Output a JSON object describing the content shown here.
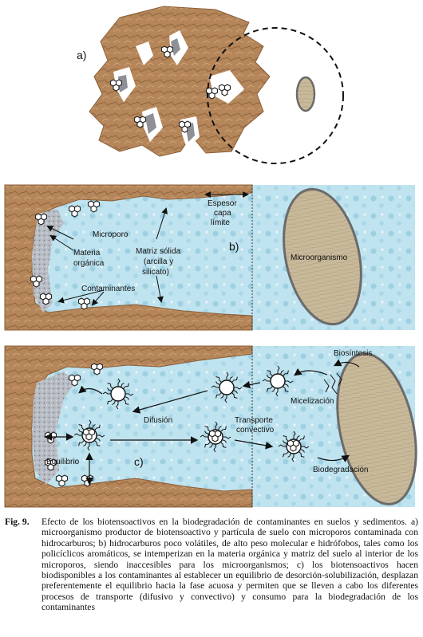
{
  "panels": {
    "a": {
      "label": "a)"
    },
    "b": {
      "label": "b)",
      "labels": {
        "espesor": [
          "Espesor",
          "capa",
          "límite"
        ],
        "microporo": "Microporo",
        "materia": [
          "Materia",
          "orgánica"
        ],
        "matriz": [
          "Matriz sólida",
          "(arcilla y",
          "silicato)"
        ],
        "contaminantes": "Contaminantes",
        "microorganismo": "Microorganismo"
      }
    },
    "c": {
      "label": "c)",
      "labels": {
        "biosintesis": "Biosíntesis",
        "micelizacion": "Micelización",
        "difusion": "Difusión",
        "transporte": [
          "Transporte",
          "convectivo"
        ],
        "equilibrio": "Equilibrio",
        "biodegradacion": "Biodegradación"
      }
    }
  },
  "caption": {
    "label": "Fig. 9.",
    "text": "Efecto de los biotensoactivos en la biodegradación de contaminantes en suelos y sedimentos. a) microorganismo productor de biotensoactivo y partícula de suelo con microporos contaminada con hidrocarburos; b) hidrocarburos poco volátiles, de alto peso molecular e hidrófobos, tales como los policíclicos aromáticos, se intemperizan en la materia orgánica y matriz del suelo al interior de los microporos, siendo inaccesibles para los microorganismos; c) los biotensoactivos hacen biodisponibles a los contaminantes al establecer un equilibrio de desorción-solubilización, desplazan preferentemente el equilibrio hacia la fase acuosa y permiten que se lleven a cabo los diferentes procesos de transporte (difusivo y convectivo) y consumo para la biodegradación de los contaminantes"
  },
  "colors": {
    "soil": "#b5865a",
    "water": "#bfe3ef",
    "organic": "#b8bcc4",
    "microbe": "#c8b99a",
    "microbe_stroke": "#6b6b6b"
  }
}
